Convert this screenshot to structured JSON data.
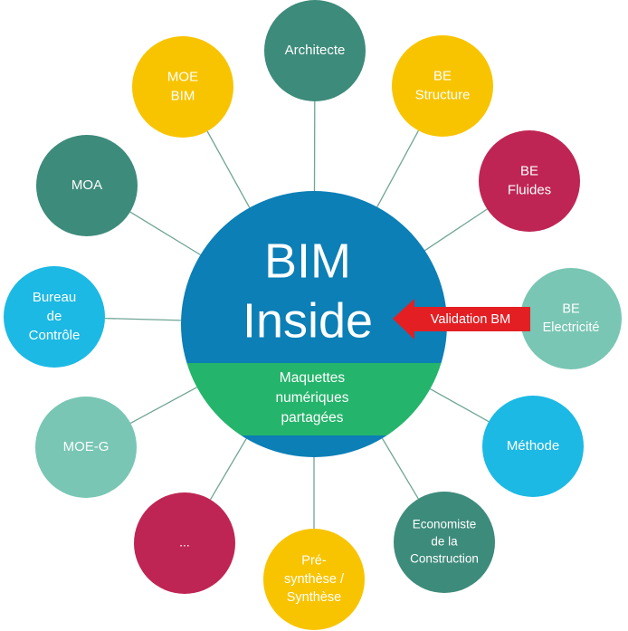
{
  "center": {
    "title_lines": [
      "BIM",
      "Inside"
    ],
    "band_lines": [
      "Maquettes",
      "numériques",
      "partagées"
    ],
    "colors": {
      "top": "#0b7fb6",
      "band": "#25b46b"
    }
  },
  "validation": {
    "label": "Validation BM",
    "color": "#e41f24"
  },
  "nodes": [
    {
      "id": "architecte",
      "lines": [
        "Architecte"
      ],
      "color": "#3d8b7b"
    },
    {
      "id": "be-structure",
      "lines": [
        "BE",
        "Structure"
      ],
      "color": "#f8c400"
    },
    {
      "id": "be-fluides",
      "lines": [
        "BE",
        "Fluides"
      ],
      "color": "#bf2554"
    },
    {
      "id": "be-electricite",
      "lines": [
        "BE",
        "Electricité"
      ],
      "color": "#79c6b4"
    },
    {
      "id": "methode",
      "lines": [
        "Méthode"
      ],
      "color": "#1cb9e4"
    },
    {
      "id": "economiste",
      "lines": [
        "Economiste",
        "de la",
        "Construction"
      ],
      "color": "#3d8b7b"
    },
    {
      "id": "pre-synthese",
      "lines": [
        "Pré-",
        "synthèse /",
        "Synthèse"
      ],
      "color": "#f8c400"
    },
    {
      "id": "etc",
      "lines": [
        "..."
      ],
      "color": "#bf2554"
    },
    {
      "id": "moe-g",
      "lines": [
        "MOE-G"
      ],
      "color": "#79c6b4"
    },
    {
      "id": "bureau-controle",
      "lines": [
        "Bureau",
        "de",
        "Contrôle"
      ],
      "color": "#1cb9e4"
    },
    {
      "id": "moa",
      "lines": [
        "MOA"
      ],
      "color": "#3d8b7b"
    },
    {
      "id": "moe-bim",
      "lines": [
        "MOE",
        "BIM"
      ],
      "color": "#f8c400"
    }
  ]
}
